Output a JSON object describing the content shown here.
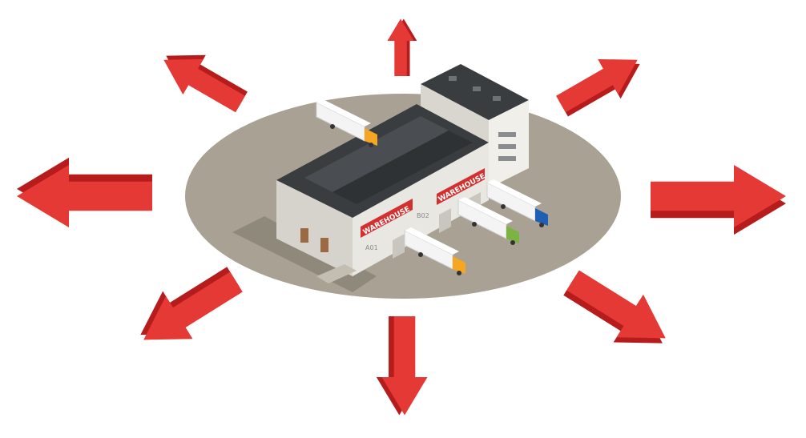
{
  "scene": {
    "labels": {
      "sign_left": "WAREHOUSE",
      "sign_right": "WAREHOUSE",
      "door_a": "A01",
      "door_b": "B02"
    },
    "arrows": [
      {
        "direction": "north"
      },
      {
        "direction": "north-east"
      },
      {
        "direction": "east"
      },
      {
        "direction": "south-east"
      },
      {
        "direction": "south"
      },
      {
        "direction": "south-west"
      },
      {
        "direction": "west"
      },
      {
        "direction": "north-west"
      }
    ],
    "trucks": [
      {
        "cab_color": "#f5a623"
      },
      {
        "cab_color": "#f5a623"
      },
      {
        "cab_color": "#7cb342"
      },
      {
        "cab_color": "#1e5fb4"
      }
    ],
    "colors": {
      "arrow": "#e53935",
      "arrow_shadow": "#b71c1c",
      "ground": "#a9a294",
      "roof": "#3a3d40",
      "wall": "#e9e7e2",
      "sign": "#d32f2f"
    }
  }
}
